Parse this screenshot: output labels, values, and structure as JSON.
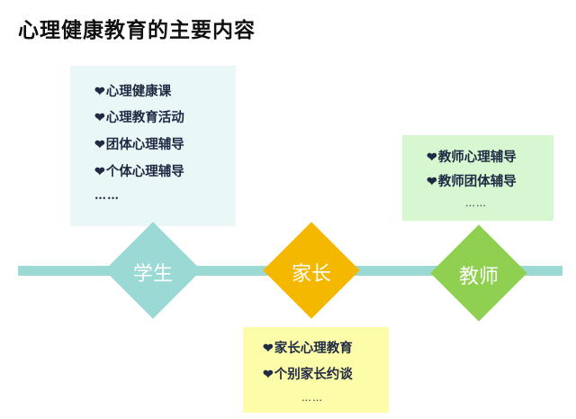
{
  "title": "心理健康教育的主要内容",
  "heart": "❤",
  "student": {
    "label": "学生",
    "items": [
      "心理健康课",
      "心理教育活动",
      "团体心理辅导",
      "个体心理辅导"
    ],
    "ellipsis": "……"
  },
  "parent": {
    "label": "家长",
    "items": [
      "家长心理教育",
      "个别家长约谈"
    ],
    "ellipsis": "……"
  },
  "teacher": {
    "label": "教师",
    "items": [
      "教师心理辅导",
      "教师团体辅导"
    ],
    "ellipsis": "……"
  },
  "colors": {
    "student": "#9ad9d4",
    "parent": "#f5b800",
    "teacher": "#8fd050",
    "student_box": "#e9f7f6",
    "parent_box": "#fdfca8",
    "teacher_box": "#d6f7cf"
  }
}
